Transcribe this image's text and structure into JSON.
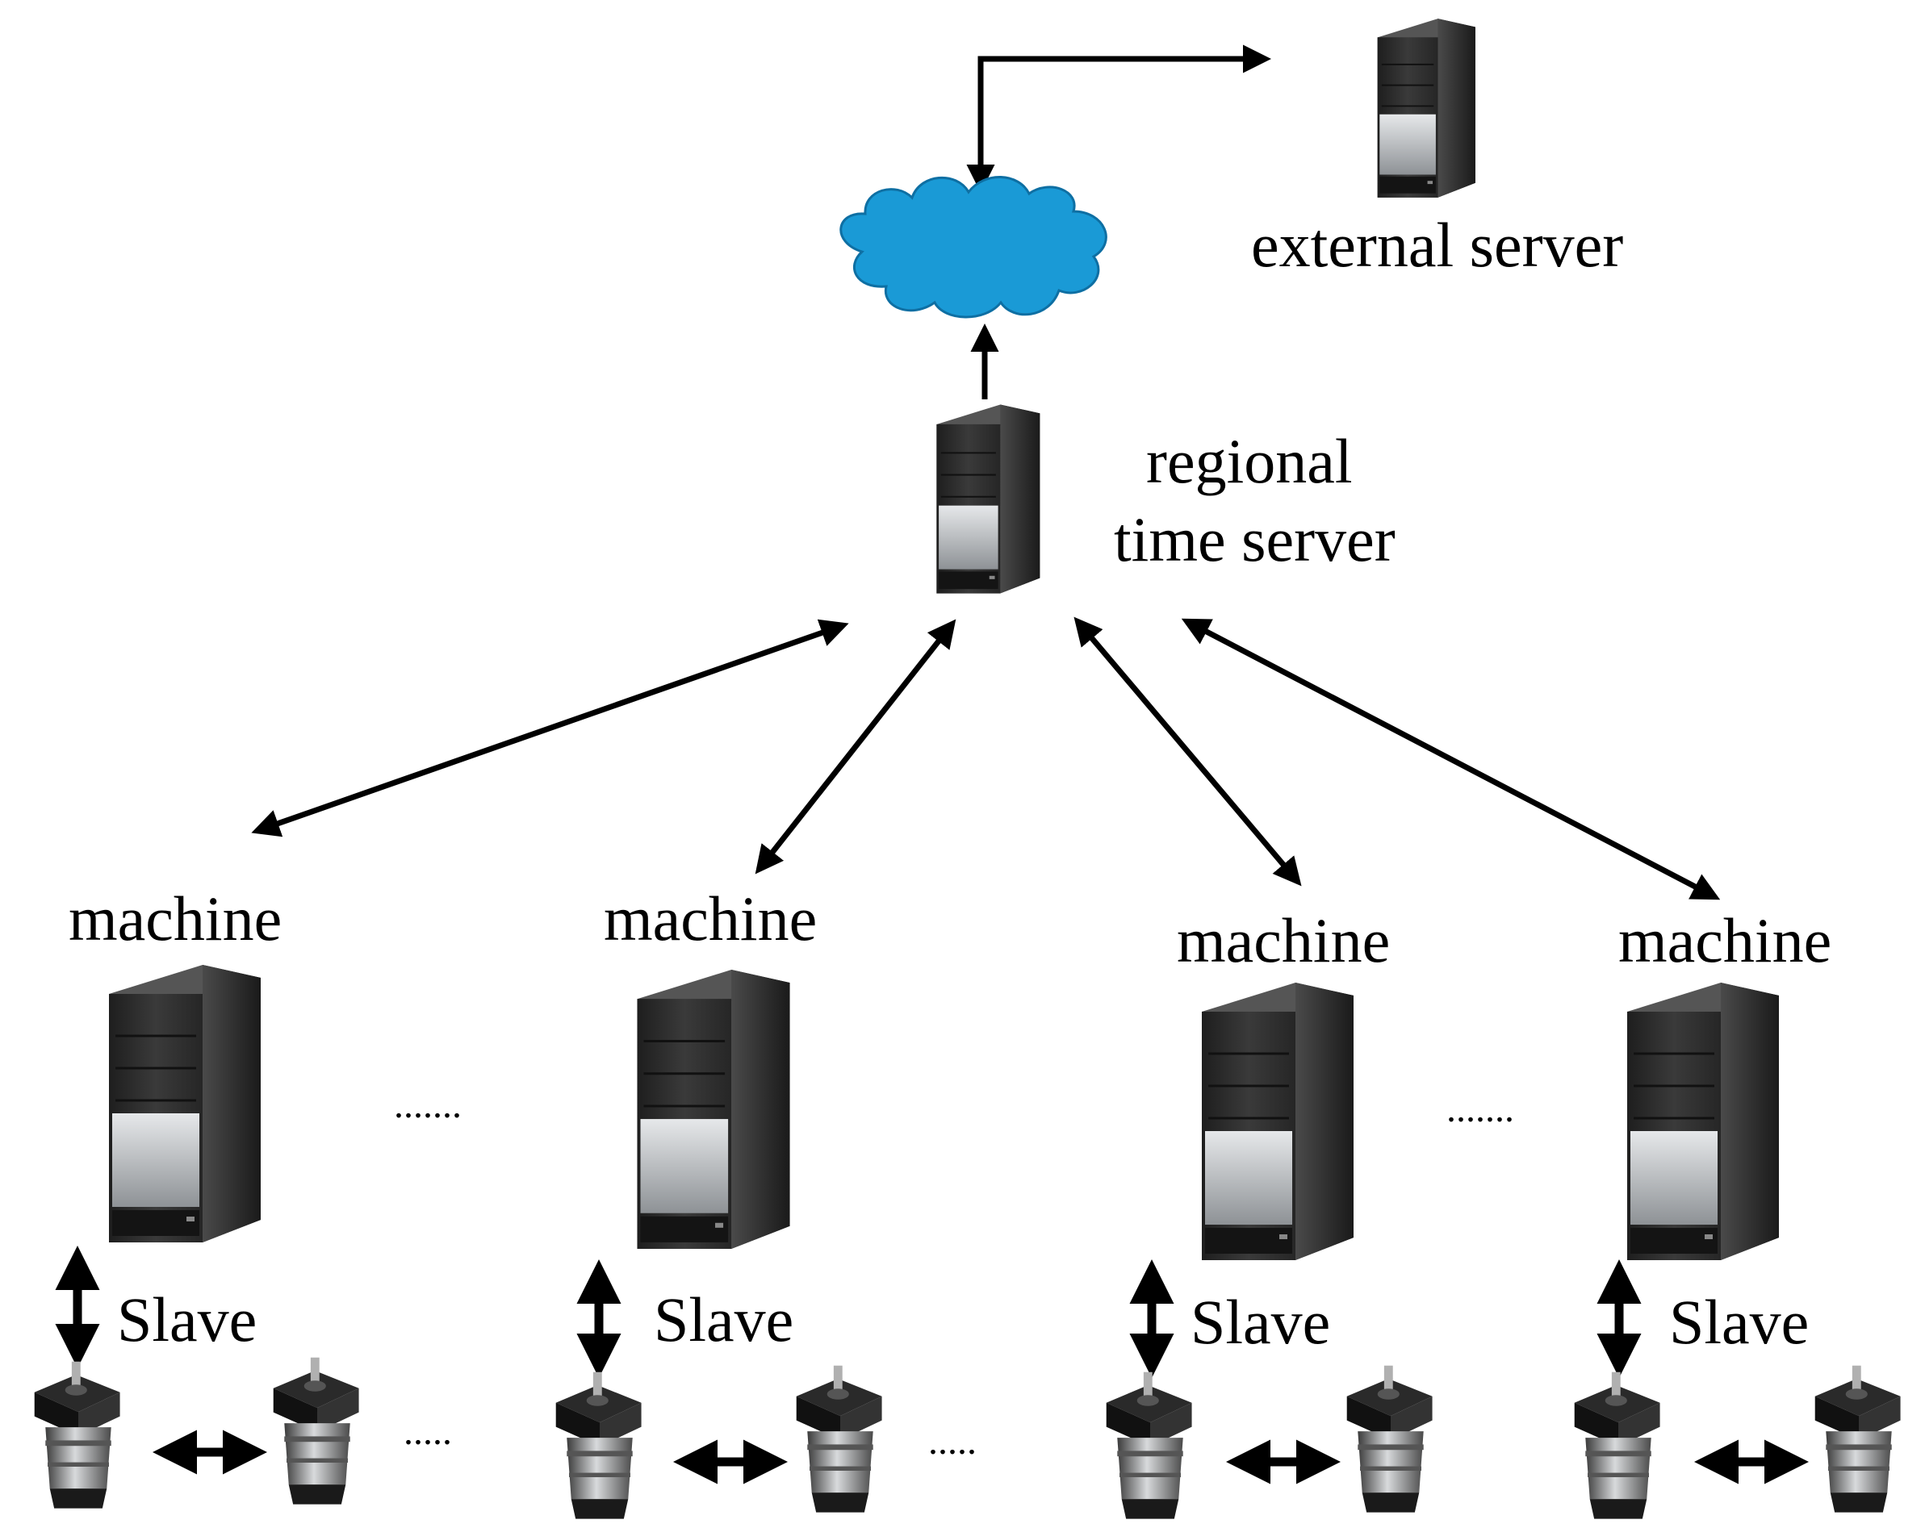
{
  "labels": {
    "external_server": "external server",
    "regional_line1": "regional",
    "regional_line2": "time server",
    "machine": "machine",
    "slave": "Slave",
    "ellipsis_machines": ".......",
    "ellipsis_slaves": "....."
  },
  "colors": {
    "cloud": "#1a9ad6",
    "server_dark": "#2b2b2b",
    "server_light": "#b9bcc0",
    "arrow": "#000000"
  },
  "icons": [
    "server-tower-icon",
    "cloud-icon",
    "servo-motor-icon"
  ]
}
